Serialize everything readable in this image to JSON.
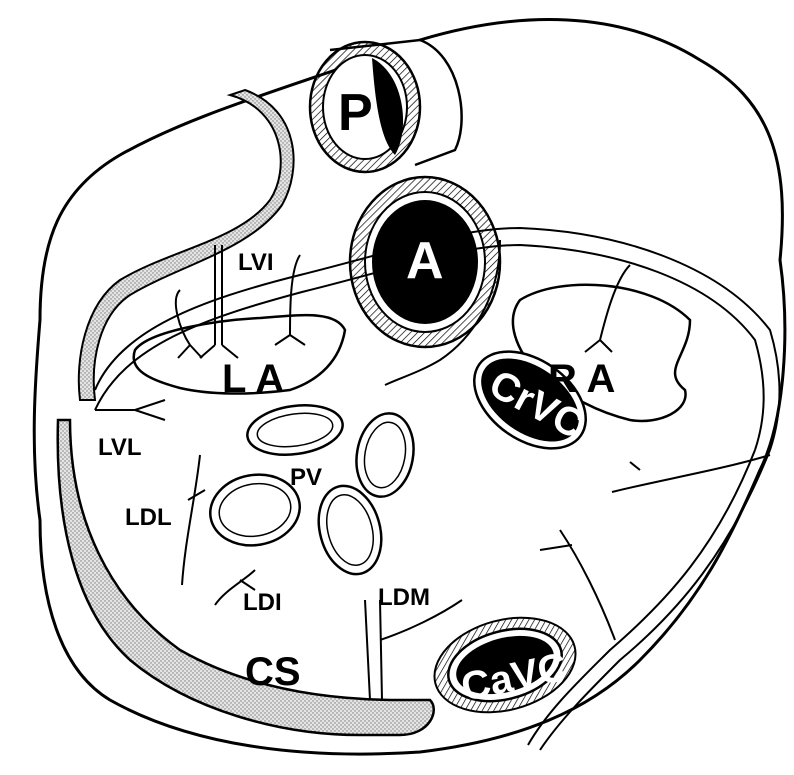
{
  "labels": {
    "p": "P",
    "a": "A",
    "lvi": "LVI",
    "la": "L A",
    "ra": "R A",
    "crvc": "CrVC",
    "lvl": "LVL",
    "pv": "PV",
    "ldl": "LDL",
    "ldi": "LDI",
    "ldm": "LDM",
    "cs": "CS",
    "cavc": "CaVC"
  },
  "colors": {
    "ink": "#000000",
    "paper": "#ffffff",
    "shade": "#c8c8c8"
  }
}
